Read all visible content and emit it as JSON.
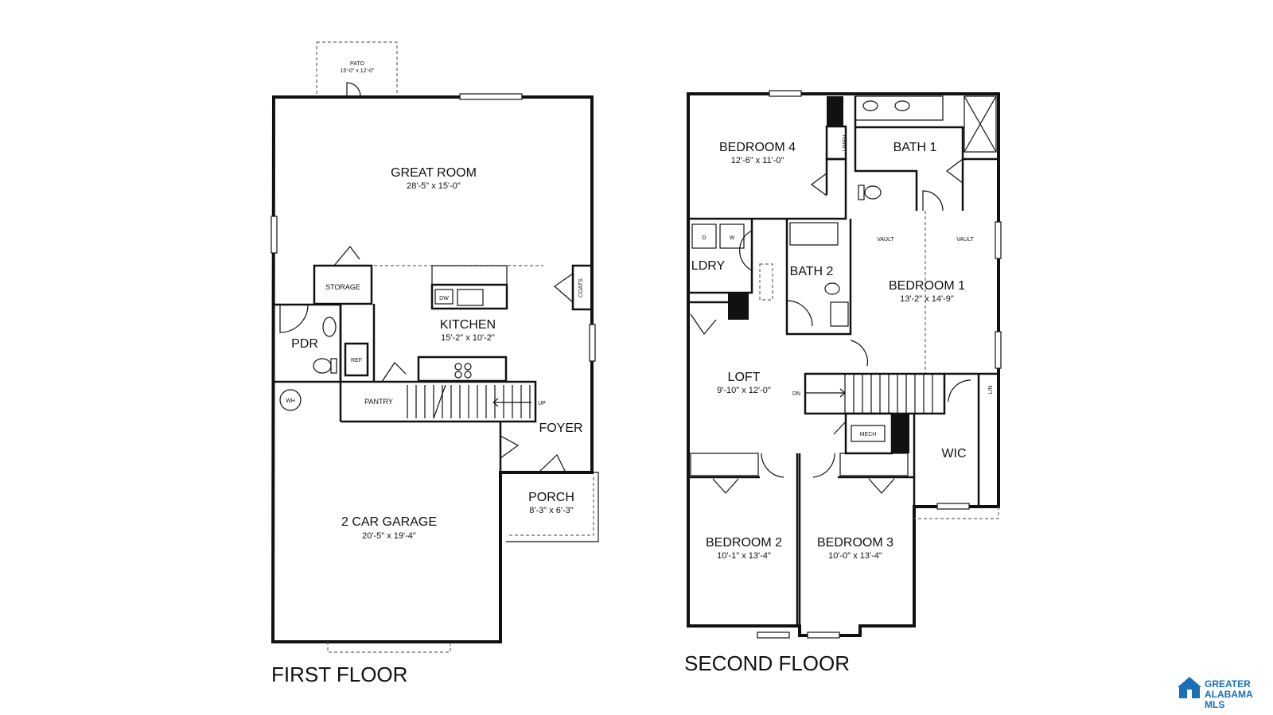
{
  "first_floor": {
    "title": "FIRST FLOOR",
    "rooms": {
      "patio": {
        "name": "PATO",
        "dims": "15'-0\" x 12'-0\""
      },
      "great_room": {
        "name": "GREAT ROOM",
        "dims": "28'-5\" x 15'-0\""
      },
      "storage": {
        "name": "STORAGE"
      },
      "kitchen": {
        "name": "KITCHEN",
        "dims": "15'-2\" x 10'-2\""
      },
      "coats": {
        "name": "COATS"
      },
      "pdr": {
        "name": "PDR"
      },
      "ref": {
        "name": "REF"
      },
      "dw": {
        "name": "DW"
      },
      "pantry": {
        "name": "PANTRY"
      },
      "up": {
        "name": "UP"
      },
      "wh": {
        "name": "WH"
      },
      "foyer": {
        "name": "FOYER"
      },
      "porch": {
        "name": "PORCH",
        "dims": "8'-3\" x 6'-3\""
      },
      "garage": {
        "name": "2 CAR GARAGE",
        "dims": "20'-5\" x 19'-4\""
      }
    }
  },
  "second_floor": {
    "title": "SECOND FLOOR",
    "rooms": {
      "bedroom4": {
        "name": "BEDROOM 4",
        "dims": "12'-6\" x 11'-0\""
      },
      "linen": {
        "name": "LINEN"
      },
      "bath1": {
        "name": "BATH 1"
      },
      "ldry": {
        "name": "LDRY"
      },
      "dryer": {
        "name": "D"
      },
      "washer": {
        "name": "W"
      },
      "bath2": {
        "name": "BATH 2"
      },
      "vault_a": {
        "name": "VAULT"
      },
      "vault_b": {
        "name": "VAULT"
      },
      "bedroom1": {
        "name": "BEDROOM 1",
        "dims": "13'-2\" x 14'-9\""
      },
      "loft": {
        "name": "LOFT",
        "dims": "9'-10\" x 12'-0\""
      },
      "dn": {
        "name": "DN"
      },
      "lin": {
        "name": "LIN"
      },
      "mech": {
        "name": "MECH"
      },
      "wic": {
        "name": "WIC"
      },
      "bedroom2": {
        "name": "BEDROOM 2",
        "dims": "10'-1\" x 13'-4\""
      },
      "bedroom3": {
        "name": "BEDROOM 3",
        "dims": "10'-0\" x 13'-4\""
      }
    }
  },
  "logo": {
    "line1": "GREATER",
    "line2": "ALABAMA",
    "line3": "MLS",
    "color": "#1a6fb5",
    "icon": "house-logo-icon"
  }
}
